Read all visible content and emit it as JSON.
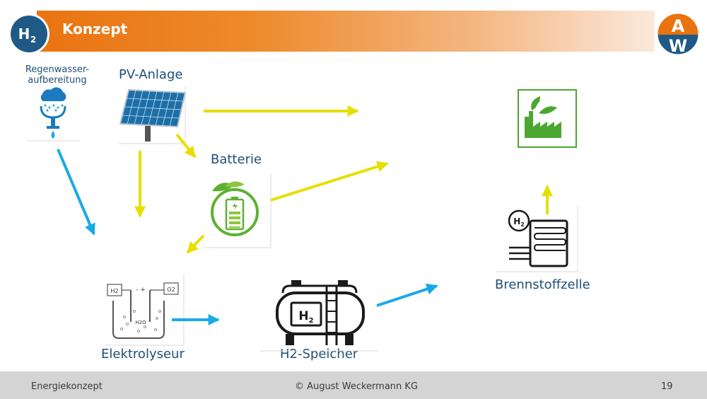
{
  "header": {
    "badge_main": "H",
    "badge_sub": "2",
    "title": "Konzept",
    "logo_top": "A",
    "logo_bottom": "W"
  },
  "nodes": {
    "rainwater_line1": "Regenwasser-",
    "rainwater_line2": "aufbereitung",
    "pv": "PV-Anlage",
    "battery": "Batterie",
    "electrolyzer": "Elektrolyseur",
    "storage": "H2-Speicher",
    "storage_icon_main": "H",
    "storage_icon_sub": "2",
    "fuelcell": "Brennstoffzelle",
    "fuelcell_icon_main": "H",
    "fuelcell_icon_sub": "2",
    "electrolyzer_h2": "H2",
    "electrolyzer_o2": "O2",
    "electrolyzer_h2o": "H2O"
  },
  "colors": {
    "energy_arrow": "#e5e000",
    "water_arrow": "#19a9e8",
    "brand_orange": "#ea7310",
    "brand_blue": "#1f5a86",
    "green": "#4aa832",
    "label": "#1f4f78"
  },
  "footer": {
    "left": "Energiekonzept",
    "center": "© August Weckermann KG",
    "page": "19"
  }
}
